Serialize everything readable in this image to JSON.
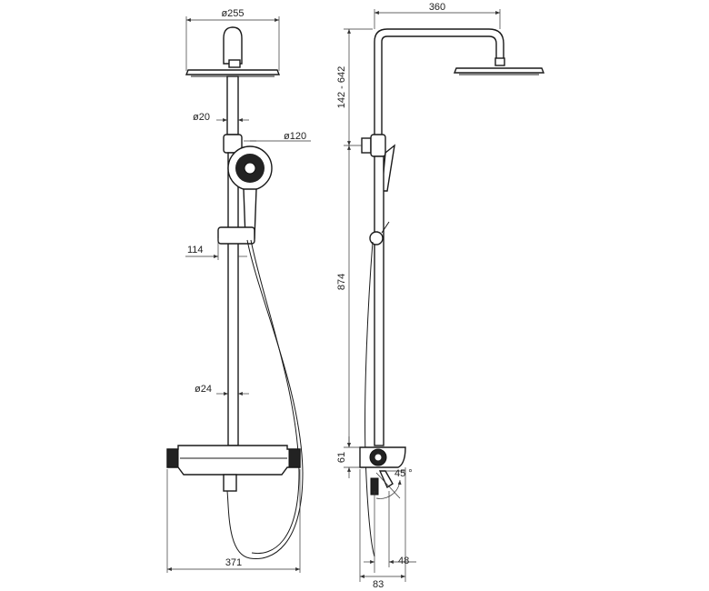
{
  "dimensions": {
    "head_diameter": "ø255",
    "arm_length": "360",
    "height_adjust": "142 - 642",
    "rod_diameter": "ø20",
    "hand_shower_diameter": "ø120",
    "slider_offset": "114",
    "riser_height": "874",
    "pipe_diameter": "ø24",
    "mixer_height": "61",
    "spout_angle": "45 °",
    "mixer_width": "371",
    "wall_to_spout": "48",
    "wall_to_front": "83"
  }
}
